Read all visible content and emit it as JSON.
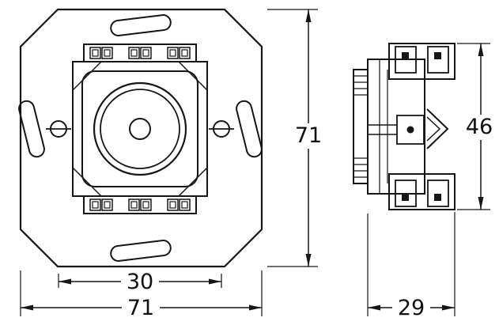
{
  "dimensions": {
    "front_height": "71",
    "front_inner_width": "30",
    "front_width": "71",
    "side_height": "46",
    "side_depth": "29"
  }
}
